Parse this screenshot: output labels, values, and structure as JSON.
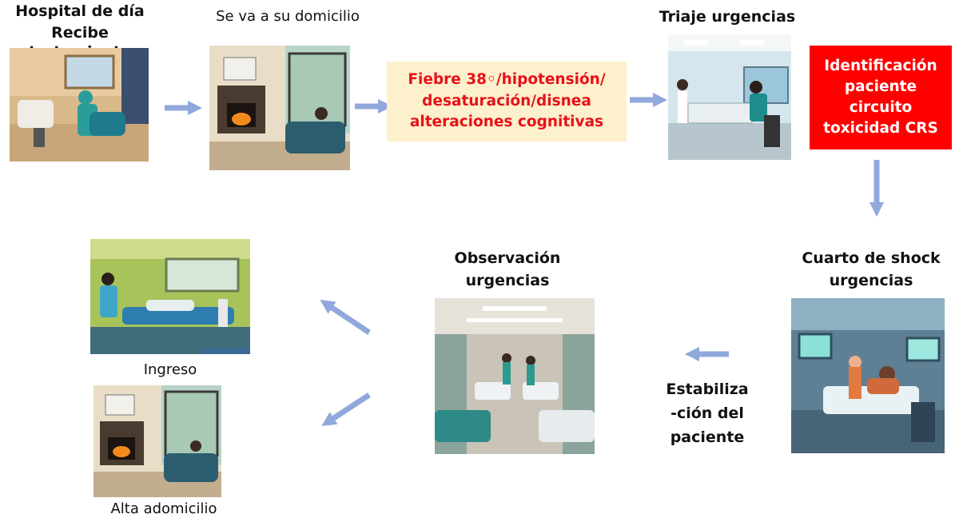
{
  "colors": {
    "arrow": "#90a8dc",
    "alert_text": "#e8101a",
    "alert_box": "#ff0000",
    "symptom_box": "#fdf0cc"
  },
  "labels": {
    "hospital_de_dia": "Hospital de día",
    "recibe_tratamiento": "Recibe tratamiento",
    "se_va_domicilio": "Se va a su domicilio",
    "triaje": "Triaje urgencias",
    "cuarto_shock_1": "Cuarto de shock",
    "cuarto_shock_2": "urgencias",
    "observacion_1": "Observación",
    "observacion_2": "urgencias",
    "estabiliza_1": "Estabiliza",
    "estabiliza_2": "-ción del",
    "estabiliza_3": "paciente",
    "ingreso": "Ingreso",
    "alta": "Alta adomicilio"
  },
  "symptoms": {
    "line1": "Fiebre 38◦/hipotensión/",
    "line2": "desaturación/disnea",
    "line3": "alteraciones cognitivas"
  },
  "alert": {
    "line1": "Identificación",
    "line2": "paciente",
    "line3": "circuito",
    "line4": "toxicidad CRS"
  },
  "images": [
    "hospital-day-chair-illustration",
    "home-living-room-illustration",
    "triage-room-illustration",
    "shock-room-illustration",
    "observation-ward-illustration",
    "inpatient-room-illustration",
    "home-living-room-illustration"
  ]
}
